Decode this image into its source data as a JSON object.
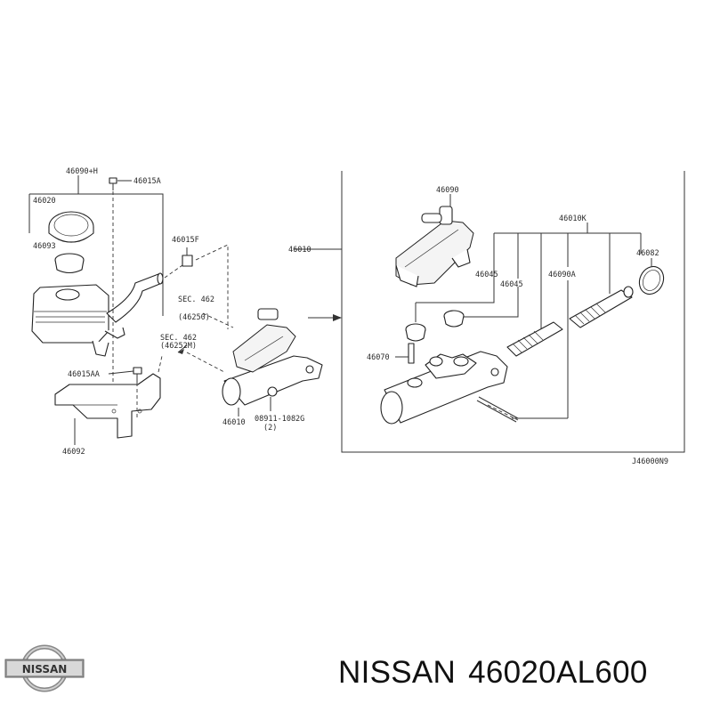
{
  "diagram": {
    "labels": {
      "l_46090h": "46090+H",
      "l_46015a": "46015A",
      "l_46020": "46020",
      "l_46093": "46093",
      "l_46015f": "46015F",
      "l_46010_main": "46010",
      "l_sec462a": "SEC. 462",
      "l_46250": "(46250)",
      "l_sec462b": "SEC. 462",
      "l_46252m": "(46252M)",
      "l_46015aa": "46015AA",
      "l_46010_small": "46010",
      "l_08911": "08911-1082G",
      "l_2": "(2)",
      "l_46092": "46092",
      "l_46090": "46090",
      "l_46010k": "46010K",
      "l_46082": "46082",
      "l_46045a": "46045",
      "l_46045b": "46045",
      "l_46090a": "46090A",
      "l_46070": "46070",
      "l_ref": "J46000N9"
    }
  },
  "footer": {
    "logo_text": "NISSAN",
    "brand": "NISSAN",
    "part_number": "46020AL600"
  }
}
